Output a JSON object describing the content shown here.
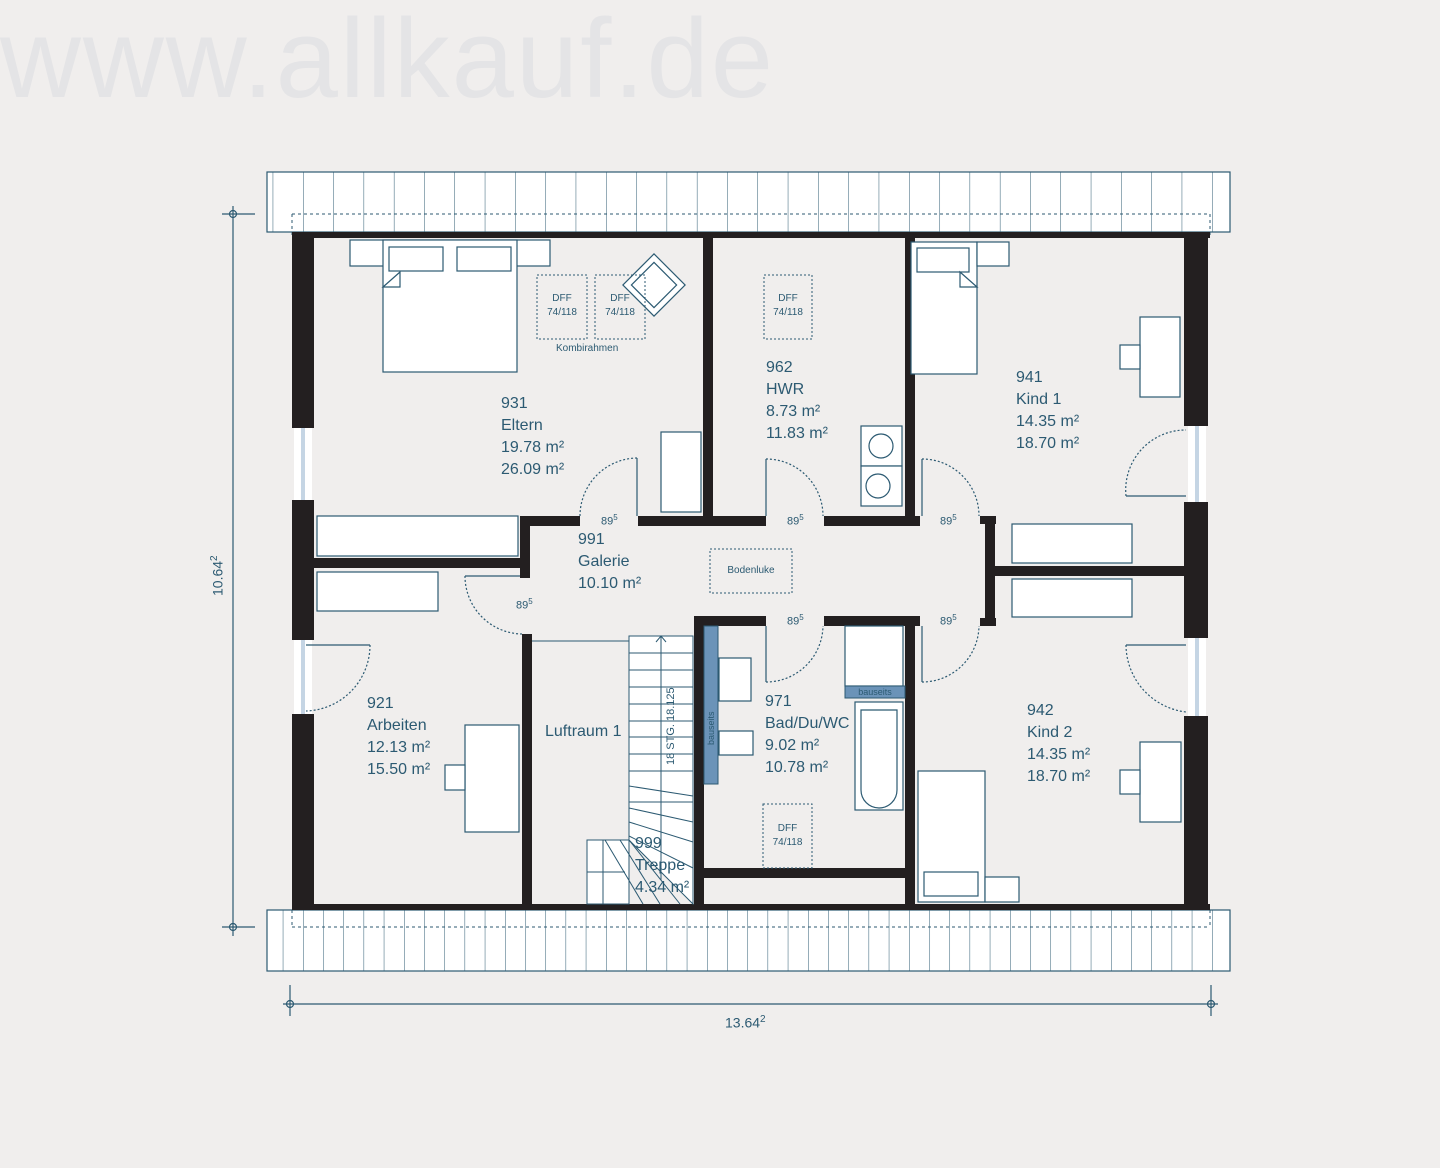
{
  "watermark": "www.allkauf.de",
  "dimensions": {
    "width_label": "13.64",
    "width_sup": "2",
    "depth_label": "10.64",
    "depth_sup": "2"
  },
  "rooms": [
    {
      "id": "931",
      "name": "Eltern",
      "area_net": "19.78 m²",
      "area_gross": "26.09 m²"
    },
    {
      "id": "962",
      "name": "HWR",
      "area_net": "8.73 m²",
      "area_gross": "11.83 m²"
    },
    {
      "id": "941",
      "name": "Kind 1",
      "area_net": "14.35 m²",
      "area_gross": "18.70 m²"
    },
    {
      "id": "991",
      "name": "Galerie",
      "area_net": "10.10 m²"
    },
    {
      "id": "921",
      "name": "Arbeiten",
      "area_net": "12.13 m²",
      "area_gross": "15.50 m²"
    },
    {
      "id": "",
      "name": "Luftraum 1"
    },
    {
      "id": "999",
      "name": "Treppe",
      "area_net": "4.34 m²"
    },
    {
      "id": "971",
      "name": "Bad/Du/WC",
      "area_net": "9.02 m²",
      "area_gross": "10.78 m²"
    },
    {
      "id": "942",
      "name": "Kind 2",
      "area_net": "14.35 m²",
      "area_gross": "18.70 m²"
    }
  ],
  "skylights": [
    {
      "label": "DFF",
      "size": "74/118"
    },
    {
      "label": "DFF",
      "size": "74/118"
    },
    {
      "label": "DFF",
      "size": "74/118"
    },
    {
      "label": "DFF",
      "size": "74/118"
    }
  ],
  "annotations": {
    "kombirahmen": "Kombirahmen",
    "bodenluke": "Bodenluke",
    "bauseits_h": "bauseits",
    "bauseits_v": "bauseits",
    "stairs": "18 STG. 18.125"
  },
  "door_width": {
    "main": "89",
    "sup": "5"
  },
  "colors": {
    "background": "#f0eeed",
    "wall": "#231f20",
    "line": "#2c5a72",
    "furniture_fill": "#ffffff",
    "bauseits": "#6b93b8",
    "window": "#c5d5e4"
  }
}
